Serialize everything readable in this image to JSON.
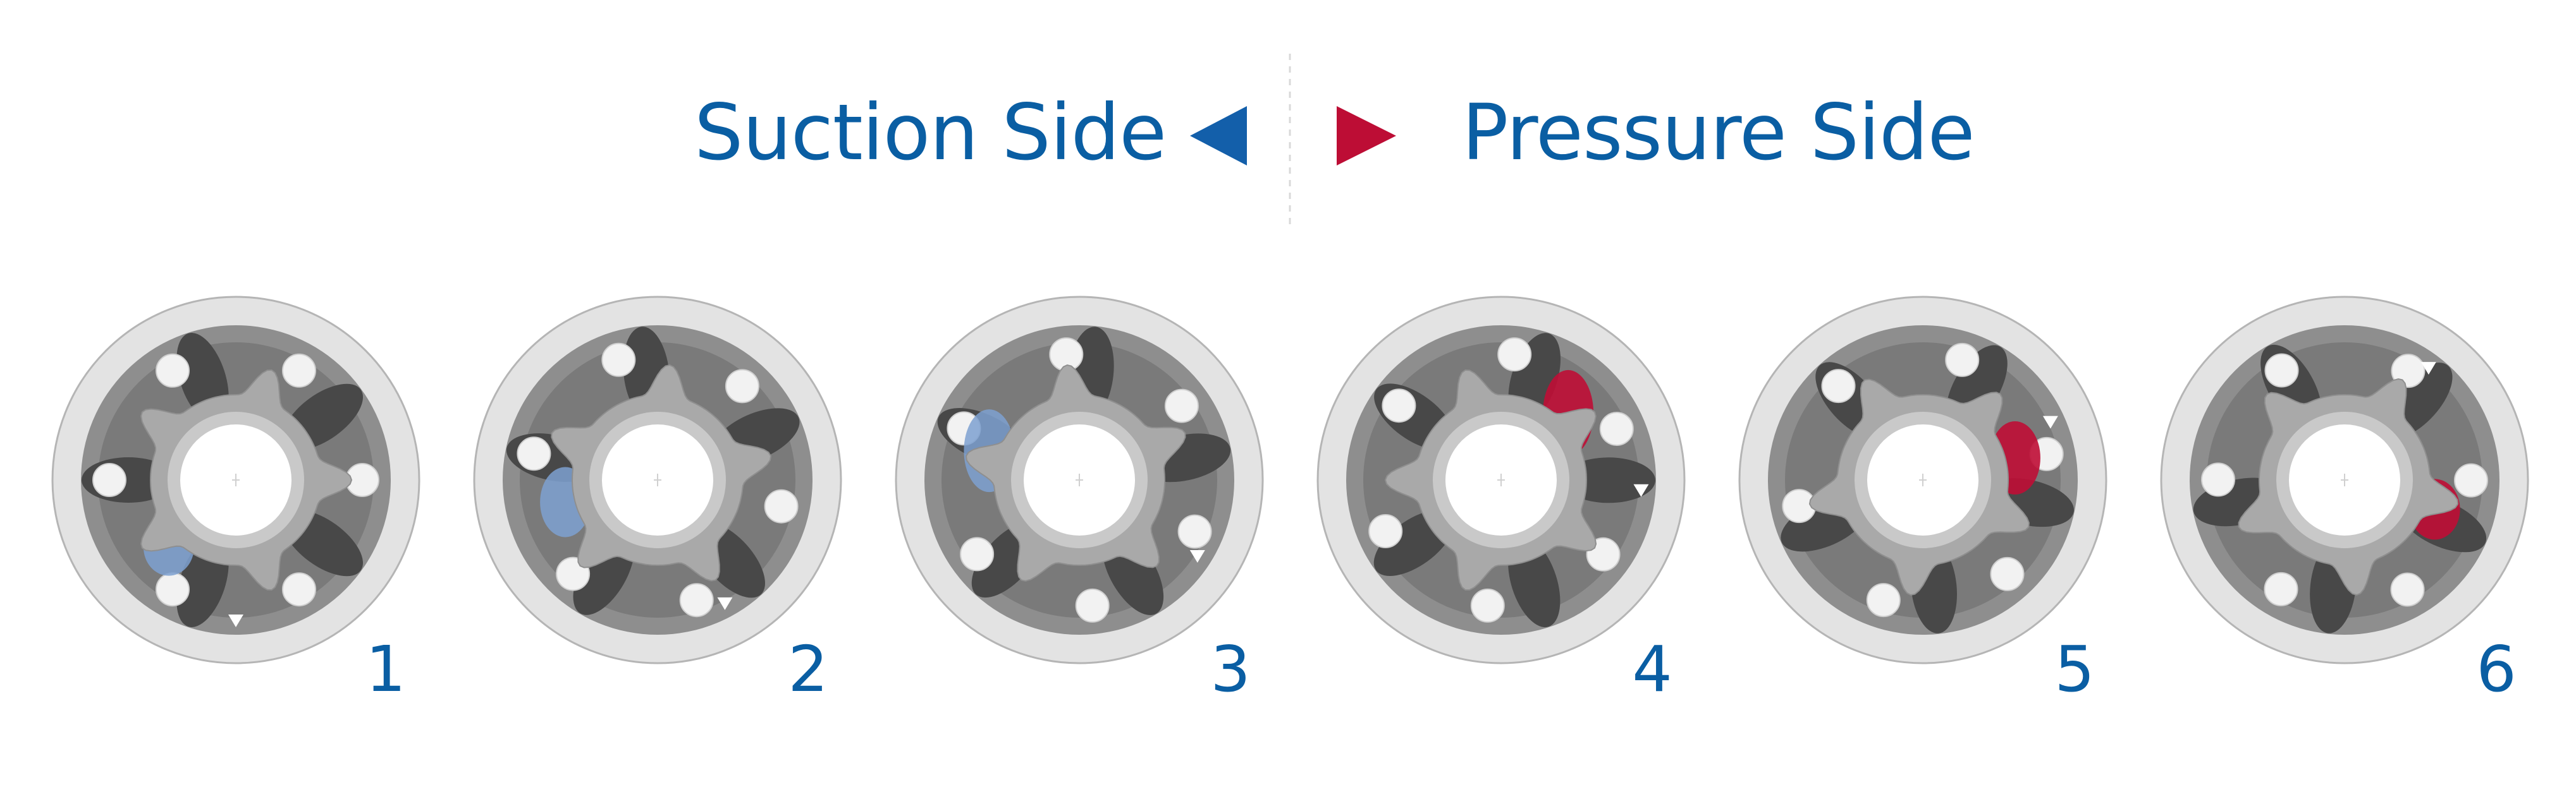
{
  "header": {
    "suction_label": "Suction Side",
    "pressure_label": "Pressure Side"
  },
  "colors": {
    "brand_blue": "#0a5ea3",
    "suction_arrow": "#135faa",
    "pressure_arrow": "#bd0d35",
    "suction_fluid": "#7ea1d1",
    "pressure_fluid": "#bf0d35",
    "outer_ring": "#e3e3e3",
    "housing": "#8e8e8e",
    "rotor_dark": "#484848",
    "inner_rotor": "#a9a9a9",
    "shaft_ring": "#c9c9c9",
    "bore": "#ffffff"
  },
  "stages": [
    {
      "number": "1",
      "fluid": "suction",
      "fluid_level": 0.15
    },
    {
      "number": "2",
      "fluid": "suction",
      "fluid_level": 0.35
    },
    {
      "number": "3",
      "fluid": "suction",
      "fluid_level": 0.55
    },
    {
      "number": "4",
      "fluid": "pressure",
      "fluid_level": 0.6
    },
    {
      "number": "5",
      "fluid": "pressure",
      "fluid_level": 0.4
    },
    {
      "number": "6",
      "fluid": "pressure",
      "fluid_level": 0.2
    }
  ]
}
